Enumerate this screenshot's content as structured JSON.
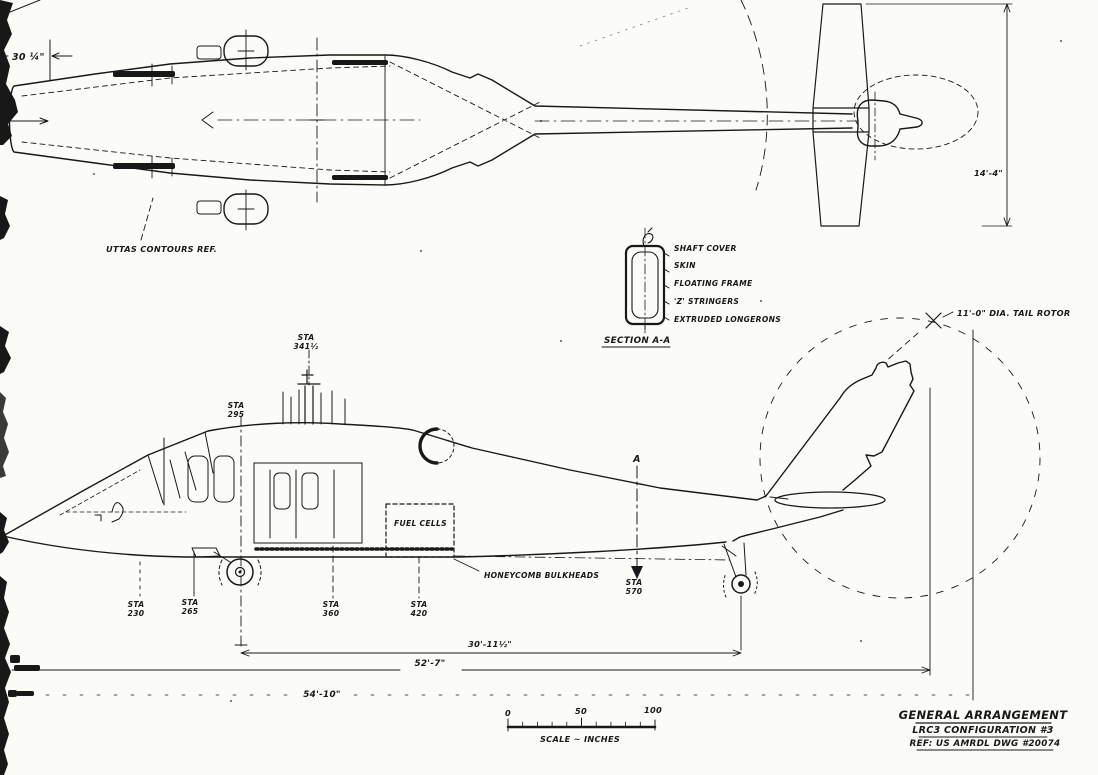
{
  "drawing": {
    "plan_view": {
      "nose_dim": "30 ¼\"",
      "contours_note": "UTTAS CONTOURS REF.",
      "tail_span_dim": "14'-4\""
    },
    "section_detail": {
      "callouts": [
        "SHAFT COVER",
        "SKIN",
        "FLOATING FRAME",
        "'Z' STRINGERS",
        "EXTRUDED LONGERONS"
      ],
      "caption": "SECTION A-A"
    },
    "side_view": {
      "tail_rotor_note": "11'-0\" DIA. TAIL ROTOR",
      "fuel_cells": "FUEL CELLS",
      "bulkheads": "HONEYCOMB BULKHEADS",
      "section_letter": "A",
      "sta_prefix": "STA",
      "stations": [
        "341½",
        "295",
        "230",
        "265",
        "360",
        "420",
        "570"
      ],
      "dims": [
        "30'-11½\"",
        "52'-7\"",
        "54'-10\""
      ]
    },
    "scale_bar": {
      "t0": "0",
      "t50": "50",
      "t100": "100",
      "caption": "SCALE ~ INCHES"
    },
    "title_block": {
      "line1": "GENERAL ARRANGEMENT",
      "line2": "LRC3 CONFIGURATION #3",
      "line3": "REF: US AMRDL DWG #20074"
    },
    "ink_color": "#181818",
    "paper_color": "#fbfbf8"
  }
}
